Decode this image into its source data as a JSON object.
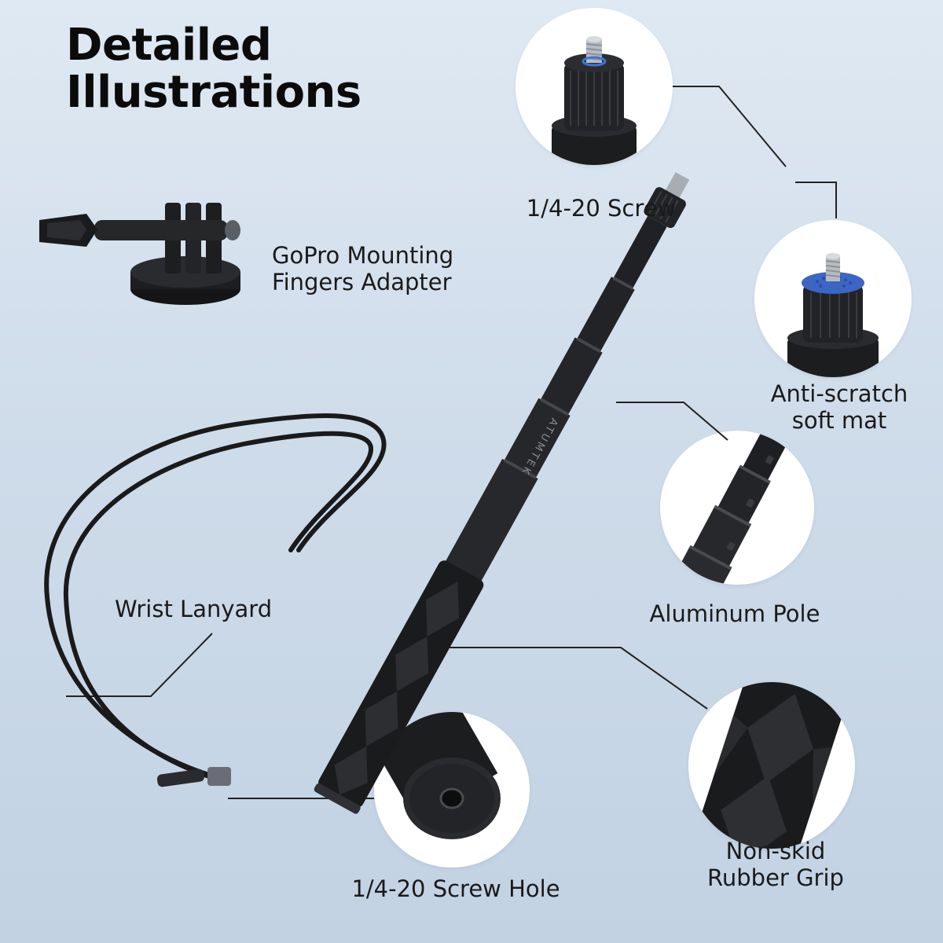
{
  "title": {
    "line1": "Detailed",
    "line2": "Illustrations"
  },
  "brand_text": "ATUMTEK",
  "labels": {
    "screw": "1/4-20 Screw",
    "gopro_line1": "GoPro Mounting",
    "gopro_line2": "Fingers Adapter",
    "mat_line1": "Anti-scratch",
    "mat_line2": "soft mat",
    "pole": "Aluminum Pole",
    "lanyard": "Wrist Lanyard",
    "grip_line1": "Non-skid",
    "grip_line2": "Rubber Grip",
    "hole": "1/4-20 Screw Hole"
  },
  "colors": {
    "background_top": "#dfe9f3",
    "background_bottom": "#c2d2e3",
    "pole": "#1b1c1e",
    "mat_blue": "#3b66c4"
  }
}
